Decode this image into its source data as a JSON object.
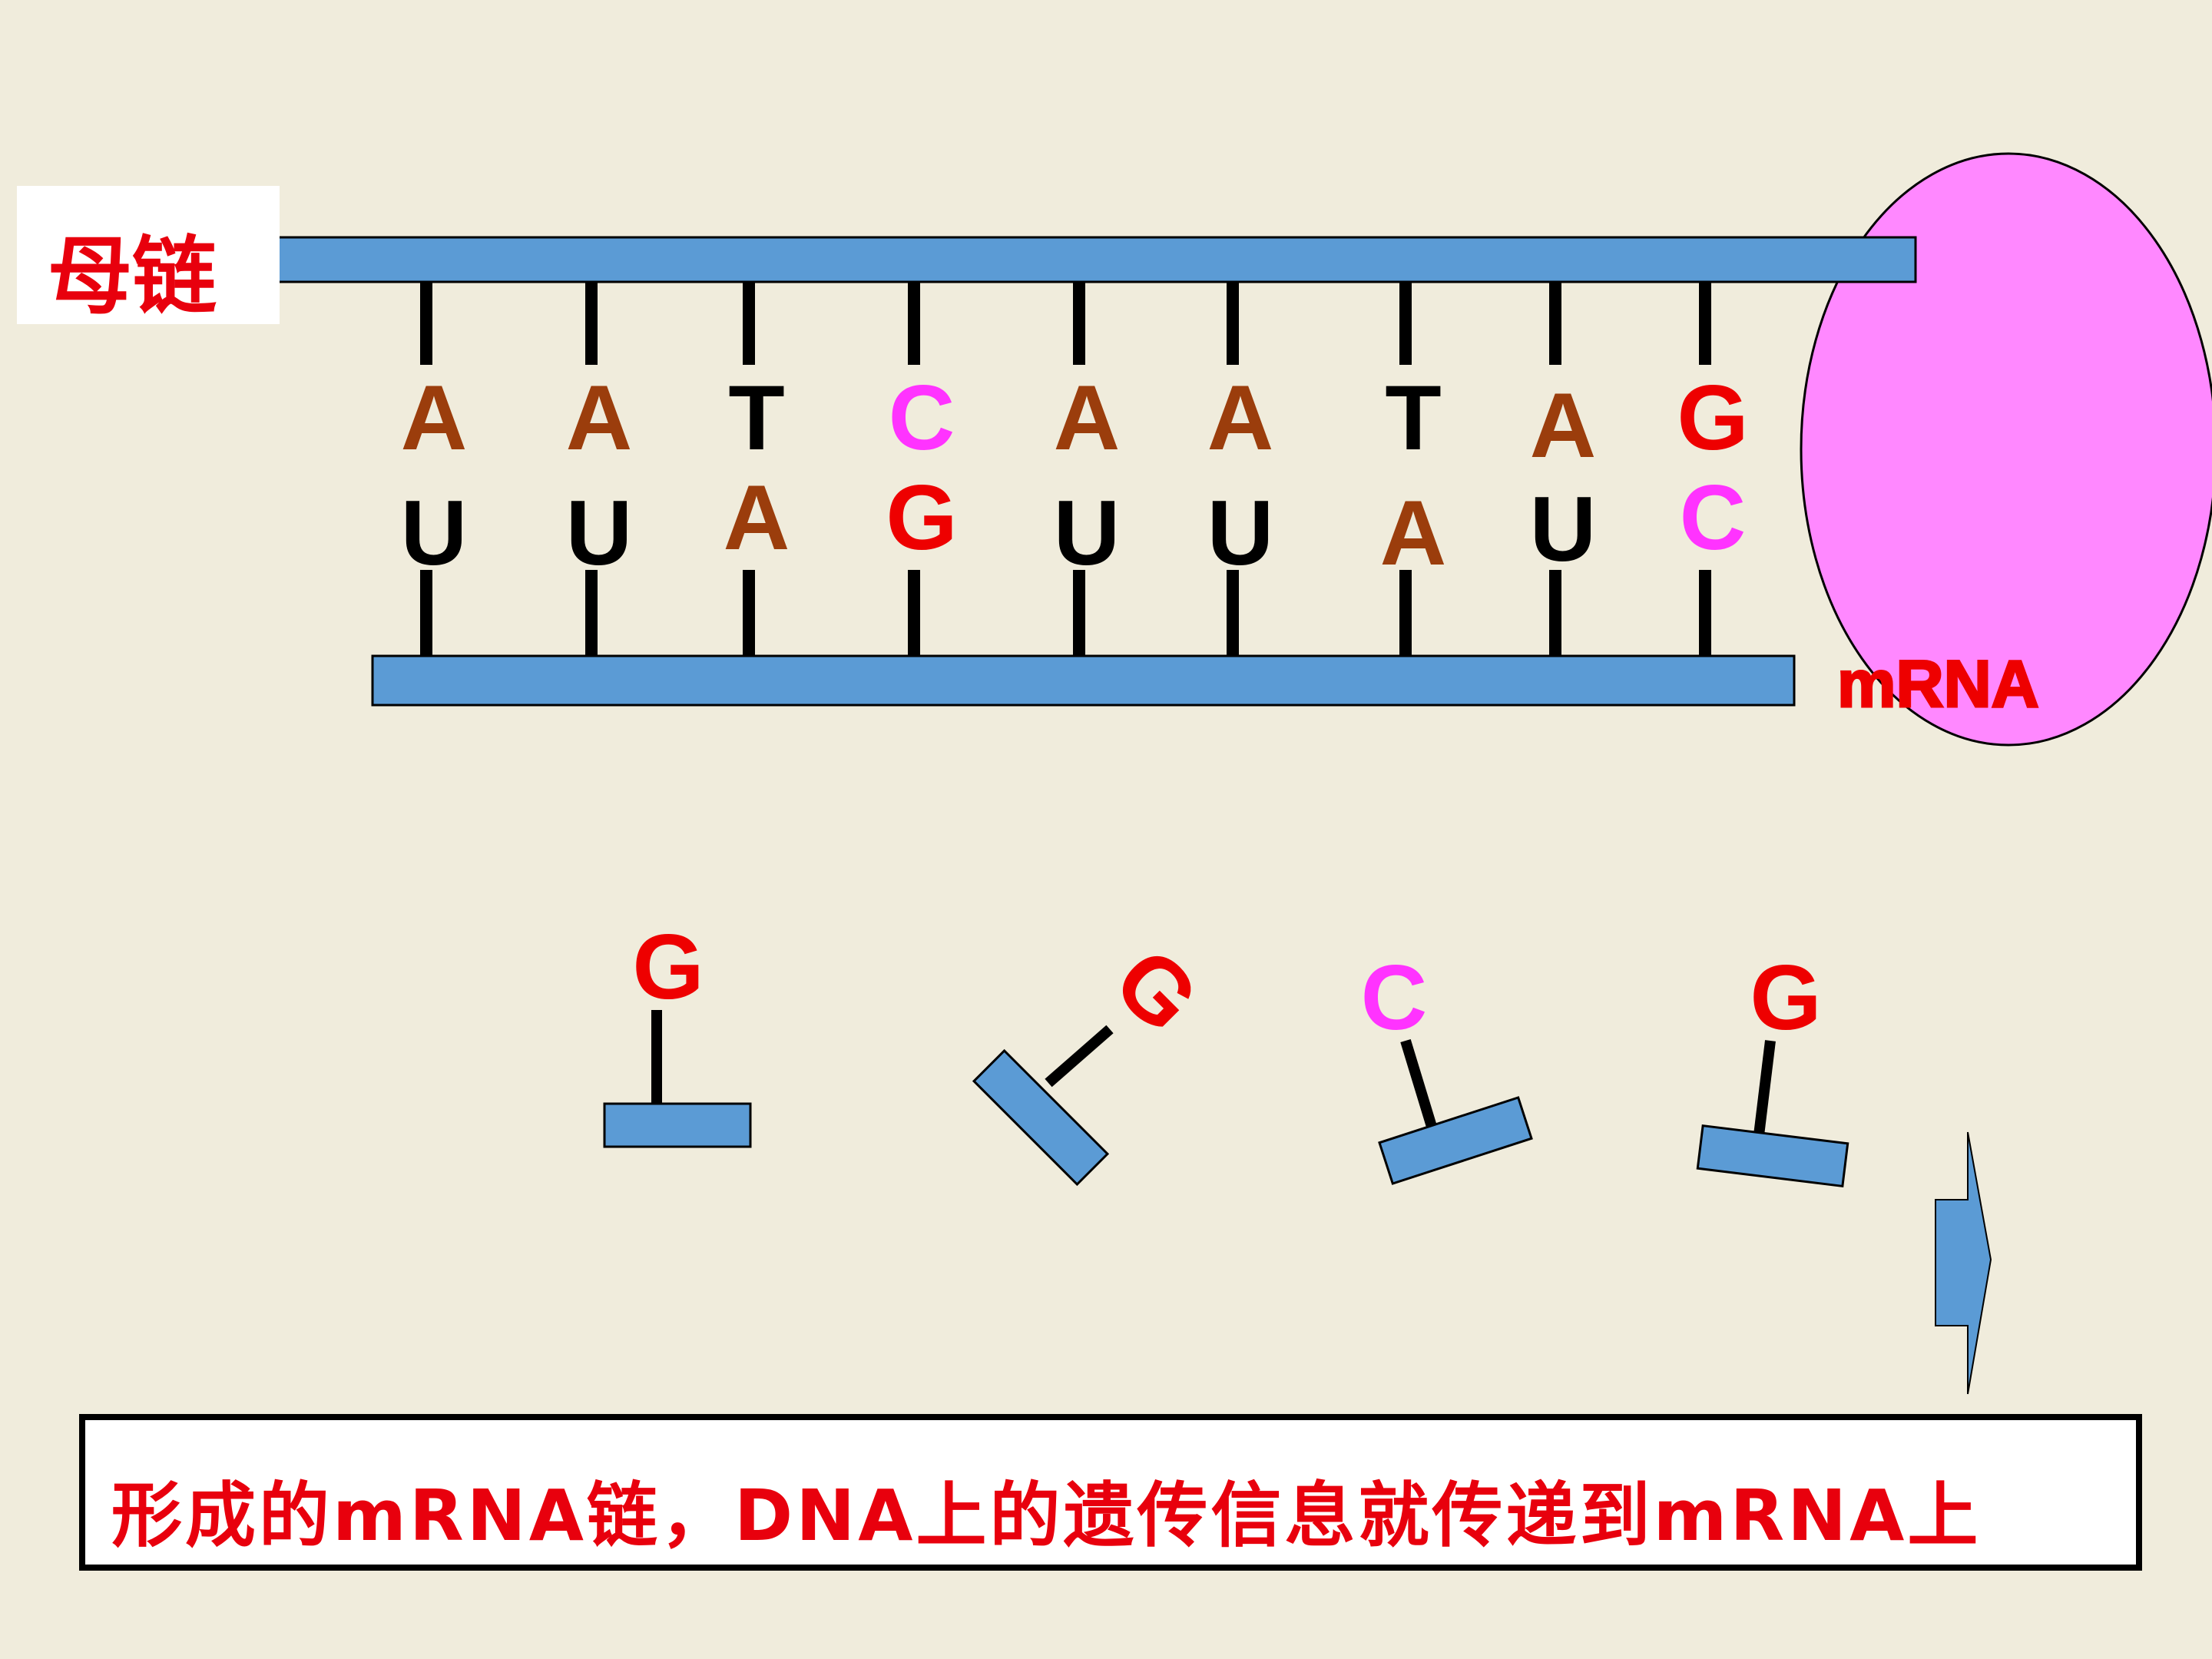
{
  "labels": {
    "parent_strand": "母链",
    "mrna": "mRNA",
    "caption": "形成的mRNA链，DNA上的遗传信息就传递到mRNA上"
  },
  "pairs": [
    {
      "top": "A",
      "bottom": "U"
    },
    {
      "top": "A",
      "bottom": "U"
    },
    {
      "top": "T",
      "bottom": "A"
    },
    {
      "top": "C",
      "bottom": "G"
    },
    {
      "top": "A",
      "bottom": "U"
    },
    {
      "top": "A",
      "bottom": "U"
    },
    {
      "top": "T",
      "bottom": "A"
    },
    {
      "top": "A",
      "bottom": "U"
    },
    {
      "top": "G",
      "bottom": "C"
    }
  ],
  "free_nucleotides": [
    "G",
    "G",
    "C",
    "G"
  ],
  "colors": {
    "A": "#9b3d0c",
    "T": "#000000",
    "U": "#000000",
    "C": "#ff33ff",
    "G": "#ee0000",
    "backbone": "#5b9bd5",
    "polymerase": "#ff88ff",
    "background": "#f0ecdc",
    "label_red": "#e8000d"
  }
}
